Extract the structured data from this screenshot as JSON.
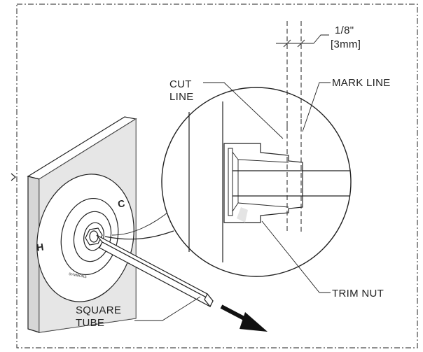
{
  "labels": {
    "dimension_fraction": "1/8\"",
    "dimension_metric": "[3mm]",
    "cut_line_1": "CUT",
    "cut_line_2": "LINE",
    "mark_line": "MARK LINE",
    "trim_nut": "TRIM NUT",
    "square_tube_1": "SQUARE",
    "square_tube_2": "TUBE",
    "hot_mark": "H",
    "cold_mark": "C",
    "brand_mark": "SYMMONS"
  },
  "colors": {
    "line": "#222222",
    "plate_shade": "#d6d6d6",
    "background": "#ffffff",
    "arrow": "#111111"
  },
  "icons": {
    "direction_arrow": "arrow-down-right-icon",
    "border_arrow": "chevron-right-icon"
  }
}
